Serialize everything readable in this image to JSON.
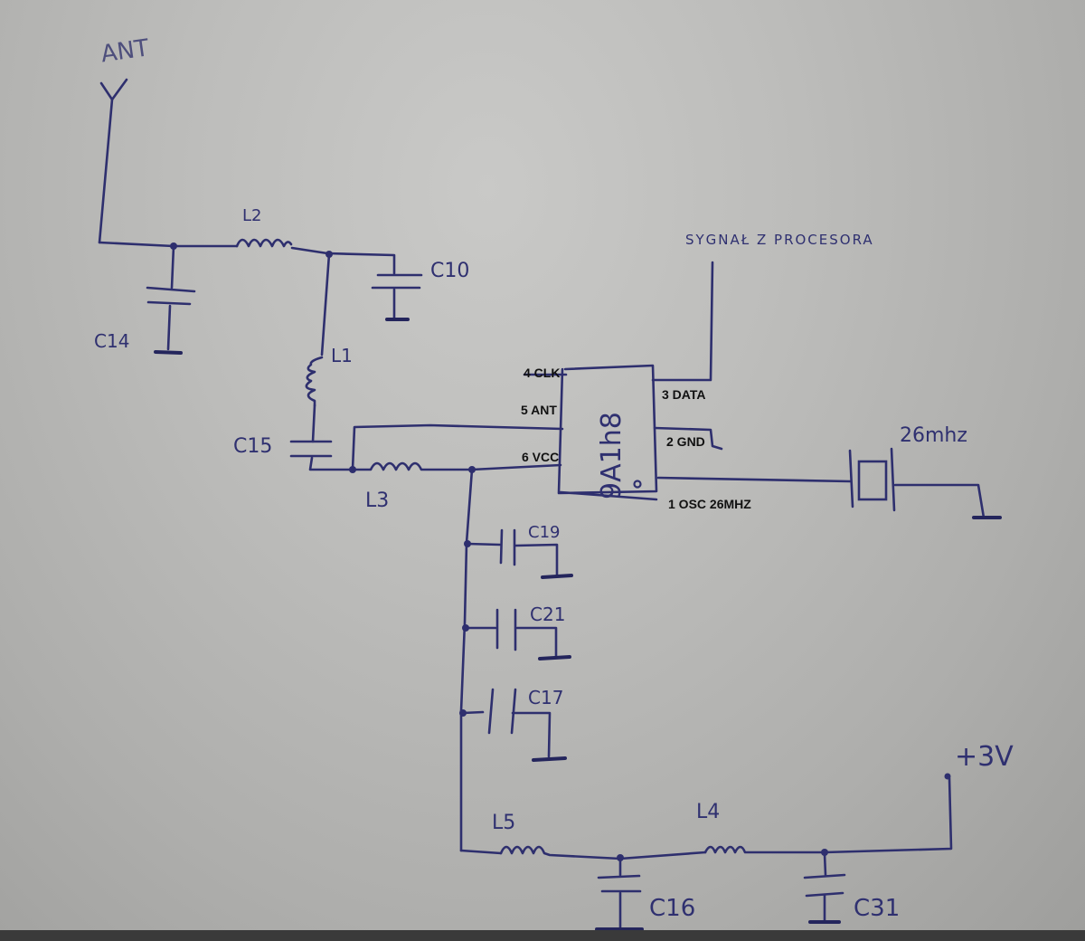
{
  "title": "Hand-drawn RF receiver module schematic",
  "labels": {
    "antenna": "ANT",
    "signal_to_cpu": "SYGNAŁ Z PROCESORA",
    "supply": "+3V",
    "crystal_freq": "26mhz"
  },
  "chip": {
    "marking": "9A1h8",
    "pins": [
      {
        "number": "1",
        "name": "OSC 26MHZ",
        "label": "1 OSC 26MHZ"
      },
      {
        "number": "2",
        "name": "GND",
        "label": "2 GND"
      },
      {
        "number": "3",
        "name": "DATA",
        "label": "3 DATA"
      },
      {
        "number": "4",
        "name": "CLK",
        "label": "4 CLK"
      },
      {
        "number": "5",
        "name": "ANT",
        "label": "5 ANT"
      },
      {
        "number": "6",
        "name": "VCC",
        "label": "6 VCC"
      }
    ]
  },
  "components": {
    "inductors": [
      "L2",
      "L1",
      "L3",
      "L5",
      "L4"
    ],
    "capacitors": [
      "C14",
      "C10",
      "C15",
      "C19",
      "C21",
      "C17",
      "C16",
      "C31"
    ]
  }
}
